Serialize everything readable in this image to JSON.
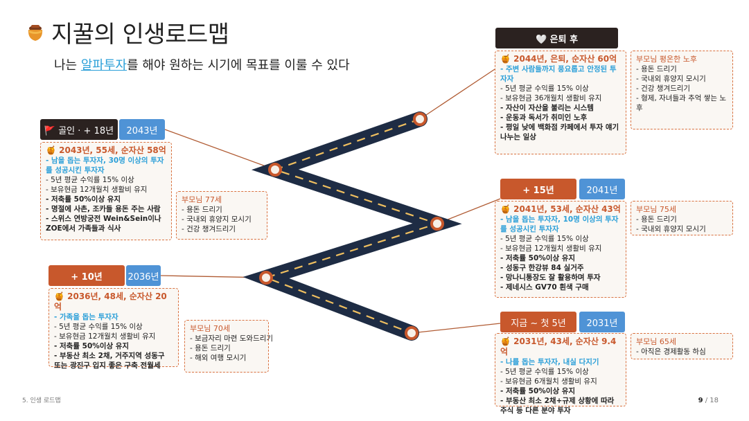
{
  "page": {
    "title": "지꿀의 인생로드맵",
    "subtitle_before": "나는 ",
    "subtitle_highlight": "알파투자",
    "subtitle_after": "를 해야 원하는 시기에 목표를 이룰 수 있다"
  },
  "milestones": {
    "retire": {
      "label": "🤍 은퇴 후",
      "head": "🍯 2044년, 은퇴, 순자산 60억",
      "sub": "- 주변 사람들까지 풍요롭고 안정된 투자자",
      "lines": [
        "- 5년 평균 수익률 15% 이상",
        "- 보유현금 36개월치 생활비 유지",
        "- 자산이 자산을 불리는 시스템",
        "- 운동과 독서가 취미인 노후",
        "- 평일 낮에 백화점 카페에서 투자 얘기 나누는 일상"
      ],
      "parents_head": "부모님 평온한 노후",
      "parents": [
        "- 용돈 드리기",
        "- 국내외 휴양지 모시기",
        "- 건강 챙겨드리기",
        "- 형제, 자녀들과 추억 쌓는 노후"
      ]
    },
    "goal": {
      "label": "🚩 골인 · + 18년",
      "year": "2043년",
      "head": "🍯 2043년, 55세, 순자산 58억",
      "sub": "- 남을 돕는 투자자, 30명 이상의 투자를 성공시킨 투자자",
      "lines": [
        "- 5년 평균 수익률 15% 이상",
        "- 보유현금 12개월치 생활비 유지",
        "- 저축률 50%이상 유지",
        "- 명절에 사촌, 조카들 용돈 주는 사람",
        "- 스위스 연방궁전 Wein&Sein이나 ZOE에서 가족들과 식사"
      ],
      "parents_head": "부모님 77세",
      "parents": [
        "- 용돈 드리기",
        "- 국내외 휴양지 모시기",
        "- 건강 챙겨드리기"
      ]
    },
    "y15": {
      "label": "+ 15년",
      "year": "2041년",
      "head": "🍯 2041년, 53세, 순자산 43억",
      "sub": "- 남을 돕는 투자자, 10명 이상의 투자를 성공시킨 투자자",
      "lines": [
        "- 5년 평균 수익률 15% 이상",
        "- 보유현금 12개월치 생활비 유지",
        "- 저축률 50%이상 유지",
        "- 성동구 한강뷰 84 실거주",
        "- 망나니통장도 잘 활용하며 투자",
        "- 제네시스 GV70 흰색 구매"
      ],
      "parents_head": "부모님 75세",
      "parents": [
        "- 용돈 드리기",
        "- 국내외 휴양지 모시기"
      ]
    },
    "y10": {
      "label": "+ 10년",
      "year": "2036년",
      "head": "🍯 2036년, 48세, 순자산 20억",
      "sub": "- 가족을 돕는 투자자",
      "lines": [
        "- 5년 평균 수익률 15% 이상",
        "- 보유현금 12개월치 생활비 유지",
        "- 저축률 50%이상 유지",
        "- 부동산 최소 2채, 거주지역 성동구 또는 광진구 입지 좋은 구축 전월세"
      ],
      "parents_head": "부모님 70세",
      "parents": [
        "- 보금자리 마련 도와드리기",
        "- 용돈 드리기",
        "- 해외 여행 모시기"
      ]
    },
    "now": {
      "label": "지금 ~ 첫 5년",
      "year": "2031년",
      "head": "🍯 2031년, 43세, 순자산 9.4억",
      "sub": "- 나를 돕는 투자자, 내실 다지기",
      "lines": [
        "- 5년 평균 수익률 15% 이상",
        "- 보유현금 6개월치 생활비 유지",
        "- 저축률 50%이상 유지",
        "- 부동산 최소 2채+규제 상황에 따라 주식 등 다른 분야 투자"
      ],
      "parents_head": "부모님 65세",
      "parents": [
        "- 아직은 경제활동 하심"
      ]
    }
  },
  "footer": {
    "section": "5. 인생 로드맵",
    "page": "9",
    "sep": " / ",
    "total": "18"
  }
}
